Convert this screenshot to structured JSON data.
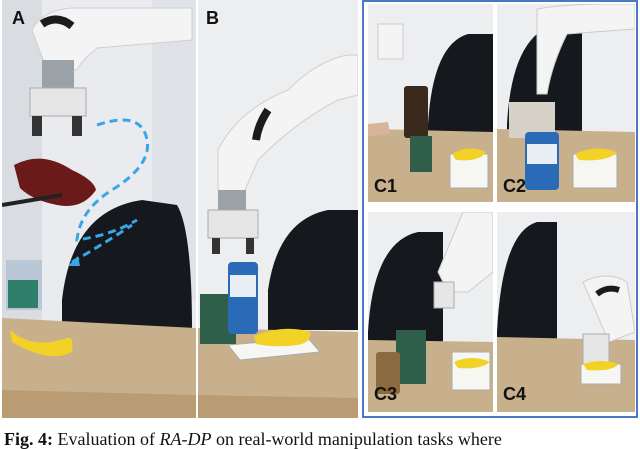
{
  "panels": {
    "a": {
      "label": "A"
    },
    "b": {
      "label": "B"
    },
    "c1": {
      "label": "C1"
    },
    "c2": {
      "label": "C2"
    },
    "c3": {
      "label": "C3"
    },
    "c4": {
      "label": "C4"
    }
  },
  "colors": {
    "wall": "#e8eaec",
    "table": "#c9b08c",
    "chair": "#15181d",
    "banana": "#f2d226",
    "trajectory": "#3aa6e6",
    "frame": "#4a78c2"
  },
  "caption": {
    "lead": "Fig. 4:",
    "text1": " Evaluation of ",
    "method": "RA-DP",
    "text2": " on real-world manipulation tasks where"
  }
}
